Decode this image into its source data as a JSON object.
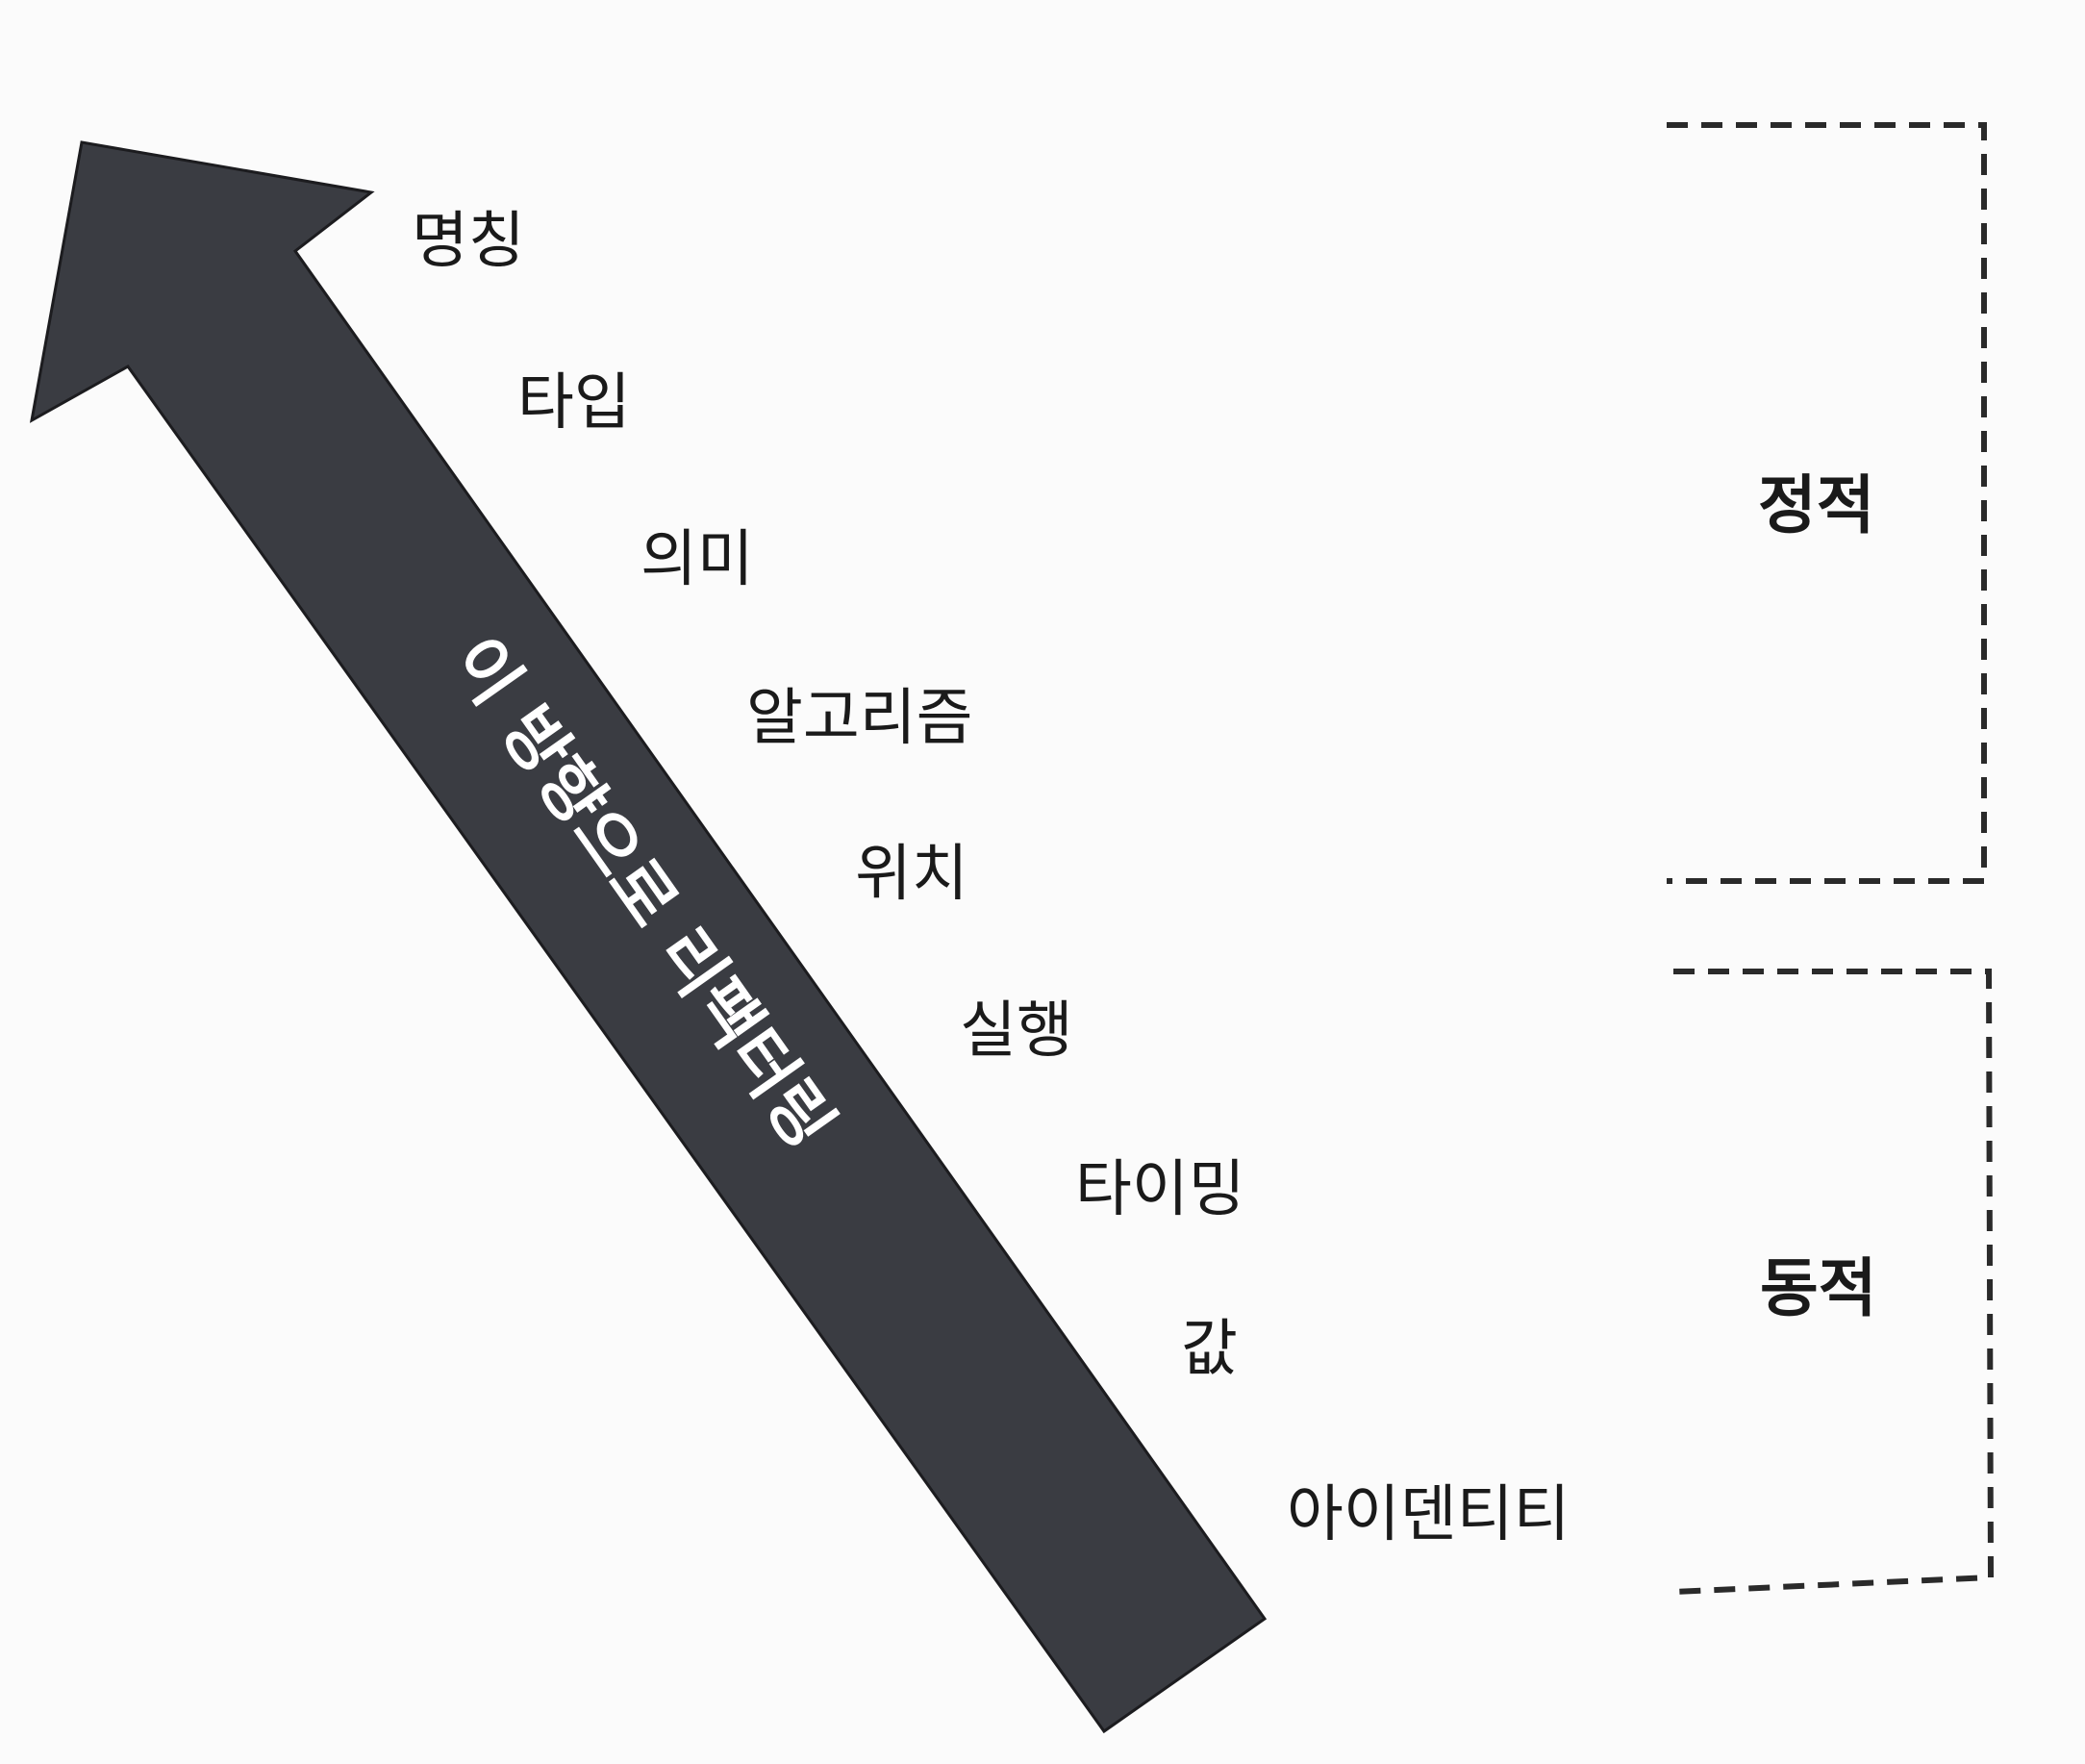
{
  "arrow": {
    "label": "이 방향으로 리팩터링",
    "color": "#3a3c42"
  },
  "concepts": [
    "명칭",
    "타입",
    "의미",
    "알고리즘",
    "위치",
    "실행",
    "타이밍",
    "값",
    "아이덴티티"
  ],
  "brackets": {
    "static_label": "정적",
    "dynamic_label": "동적"
  }
}
